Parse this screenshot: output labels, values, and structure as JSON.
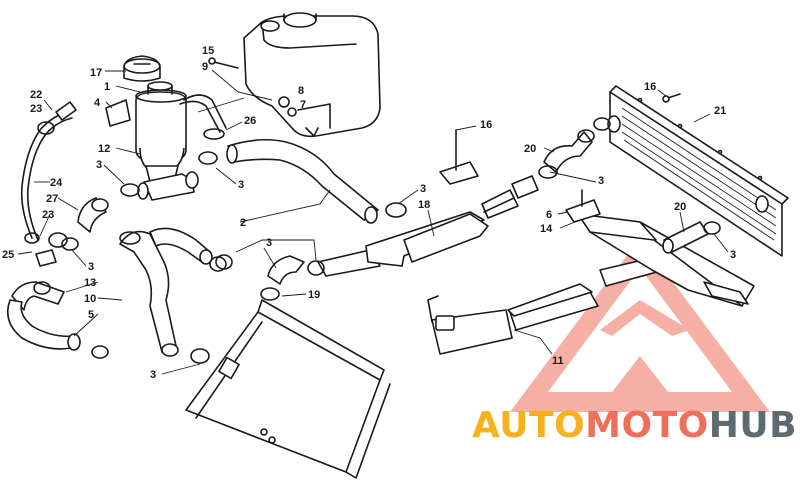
{
  "callouts": [
    {
      "id": "c17",
      "text": "17"
    },
    {
      "id": "c1",
      "text": "1"
    },
    {
      "id": "c4",
      "text": "4"
    },
    {
      "id": "c12",
      "text": "12"
    },
    {
      "id": "c3a",
      "text": "3"
    },
    {
      "id": "c15",
      "text": "15"
    },
    {
      "id": "c9",
      "text": "9"
    },
    {
      "id": "c8",
      "text": "8"
    },
    {
      "id": "c7",
      "text": "7"
    },
    {
      "id": "c26",
      "text": "26"
    },
    {
      "id": "c3b",
      "text": "3"
    },
    {
      "id": "c22",
      "text": "22"
    },
    {
      "id": "c23a",
      "text": "23"
    },
    {
      "id": "c24",
      "text": "24"
    },
    {
      "id": "c27",
      "text": "27"
    },
    {
      "id": "c23b",
      "text": "23"
    },
    {
      "id": "c25",
      "text": "25"
    },
    {
      "id": "c3c",
      "text": "3"
    },
    {
      "id": "c13",
      "text": "13"
    },
    {
      "id": "c10",
      "text": "10"
    },
    {
      "id": "c5",
      "text": "5"
    },
    {
      "id": "c3d",
      "text": "3"
    },
    {
      "id": "c2",
      "text": "2"
    },
    {
      "id": "c3e",
      "text": "3"
    },
    {
      "id": "c19",
      "text": "19"
    },
    {
      "id": "c3f",
      "text": "3"
    },
    {
      "id": "c18",
      "text": "18"
    },
    {
      "id": "c16a",
      "text": "16"
    },
    {
      "id": "c20a",
      "text": "20"
    },
    {
      "id": "c3g",
      "text": "3"
    },
    {
      "id": "c6",
      "text": "6"
    },
    {
      "id": "c14",
      "text": "14"
    },
    {
      "id": "c16b",
      "text": "16"
    },
    {
      "id": "c21",
      "text": "21"
    },
    {
      "id": "c20b",
      "text": "20"
    },
    {
      "id": "c3h",
      "text": "3"
    },
    {
      "id": "c11",
      "text": "11"
    }
  ],
  "watermark": {
    "part1": "AUTO",
    "part2": "MOTO",
    "part3": "HUB",
    "colors": {
      "yellow": "#f5b21c",
      "red": "#ee6f5b",
      "gray": "#5d6a70"
    }
  }
}
